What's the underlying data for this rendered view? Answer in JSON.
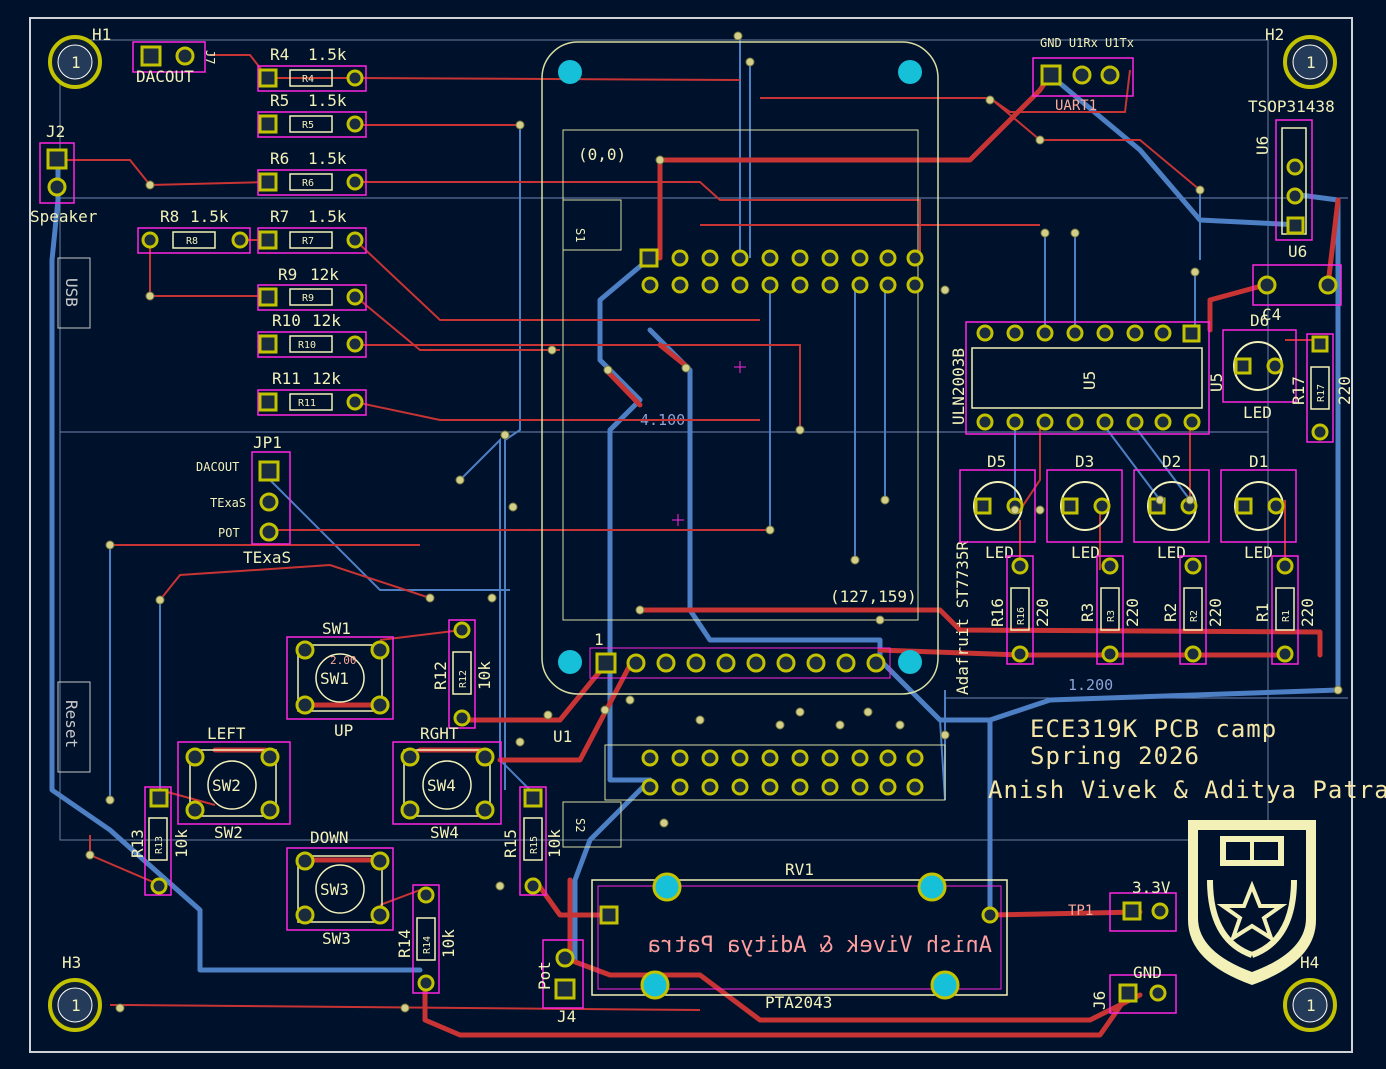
{
  "board": {
    "name": "ECE319K PCB camp board layout",
    "colors": {
      "background": "#00112b",
      "front_copper": "#c83434",
      "back_copper": "#4d7fc4",
      "silkscreen": "#f3f0b8",
      "courtyard": "#ff26e2",
      "pad": "#c2c200"
    }
  },
  "title_block": {
    "line1": "ECE319K PCB camp",
    "line2": "Spring 2026",
    "line3": "Anish Vivek & Aditya Patra",
    "mirrored": "Anish Vivek & Aditya Patra"
  },
  "mounting_holes": {
    "h1": "H1",
    "h2": "H2",
    "h3": "H3",
    "h4": "H4"
  },
  "connectors": {
    "j7": "J7",
    "j7_label": "DACOUT",
    "j2": "J2",
    "j2_label": "Speaker",
    "uart_ref": "UART1",
    "uart_pins": "GND U1Rx U1Tx",
    "tsop": "TSOP31438",
    "u6": "U6",
    "u6b": "U6",
    "jp1": "JP1",
    "jp1_value": "TExaS",
    "jp1_pin1": "DACOUT",
    "jp1_pin2": "TExaS",
    "jp1_pin3": "POT",
    "j4": "J4",
    "j4_label": "Pot",
    "tp1": "TP1",
    "tp1_label": "3.3V",
    "j6": "J6",
    "j6_label": "GND"
  },
  "resistors": {
    "r4": "R4",
    "r4_val": "1.5k",
    "r5": "R5",
    "r5_val": "1.5k",
    "r6": "R6",
    "r6_val": "1.5k",
    "r7": "R7",
    "r7_val": "1.5k",
    "r8": "R8",
    "r8_val": "1.5k",
    "r9": "R9",
    "r9_val": "12k",
    "r10": "R10",
    "r10_val": "12k",
    "r11": "R11",
    "r11_val": "12k",
    "r12": "R12",
    "r12_val": "10k",
    "r13": "R13",
    "r13_val": "10k",
    "r14": "R14",
    "r14_val": "10k",
    "r15": "R15",
    "r15_val": "10k",
    "r16": "R16",
    "r16_val": "220",
    "r3": "R3",
    "r3_val": "220",
    "r2": "R2",
    "r2_val": "220",
    "r1": "R1",
    "r1_val": "220",
    "r17": "R17",
    "r17_val": "220"
  },
  "switches": {
    "sw1": "SW1",
    "sw1_label": "UP",
    "sw2": "SW2",
    "sw2_label": "LEFT",
    "sw3": "SW3",
    "sw3_label": "DOWN",
    "sw4": "SW4",
    "sw4_label": "RGHT"
  },
  "leds": {
    "d1": "D1",
    "d2": "D2",
    "d3": "D3",
    "d5": "D5",
    "d6": "D6",
    "value": "LED"
  },
  "ics": {
    "u5": "U5",
    "u5_value": "ULN2003B",
    "u1": "U1",
    "s2": "S2",
    "s1": "S1",
    "c4": "C4",
    "display": "Adafruit ST7735R",
    "origin": "(0,0)",
    "corner": "(127,159)",
    "pin1": "1",
    "rv1": "RV1",
    "rv1_value": "PTA2043",
    "usb": "USB",
    "reset": "Reset"
  },
  "dimensions": {
    "width": "4.100",
    "height": "1.200",
    "sw_pitch": "2.00"
  }
}
